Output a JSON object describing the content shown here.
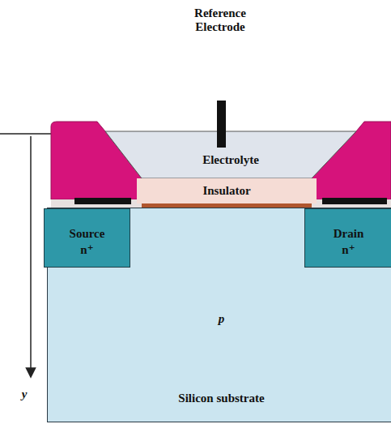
{
  "diagram": {
    "nodes": [
      {
        "text": [
          "Electrolyte"
        ]
      },
      {
        "text": [
          "Insulator"
        ]
      },
      {
        "text": [
          "p",
          "Silicon substrate"
        ]
      },
      {
        "text": [
          "Source",
          "n⁺"
        ],
        "in": 2
      },
      {
        "text": [
          "Drain",
          "n⁺"
        ],
        "in": 2
      }
    ],
    "labels": [
      "Reference Electrode",
      "y"
    ]
  }
}
